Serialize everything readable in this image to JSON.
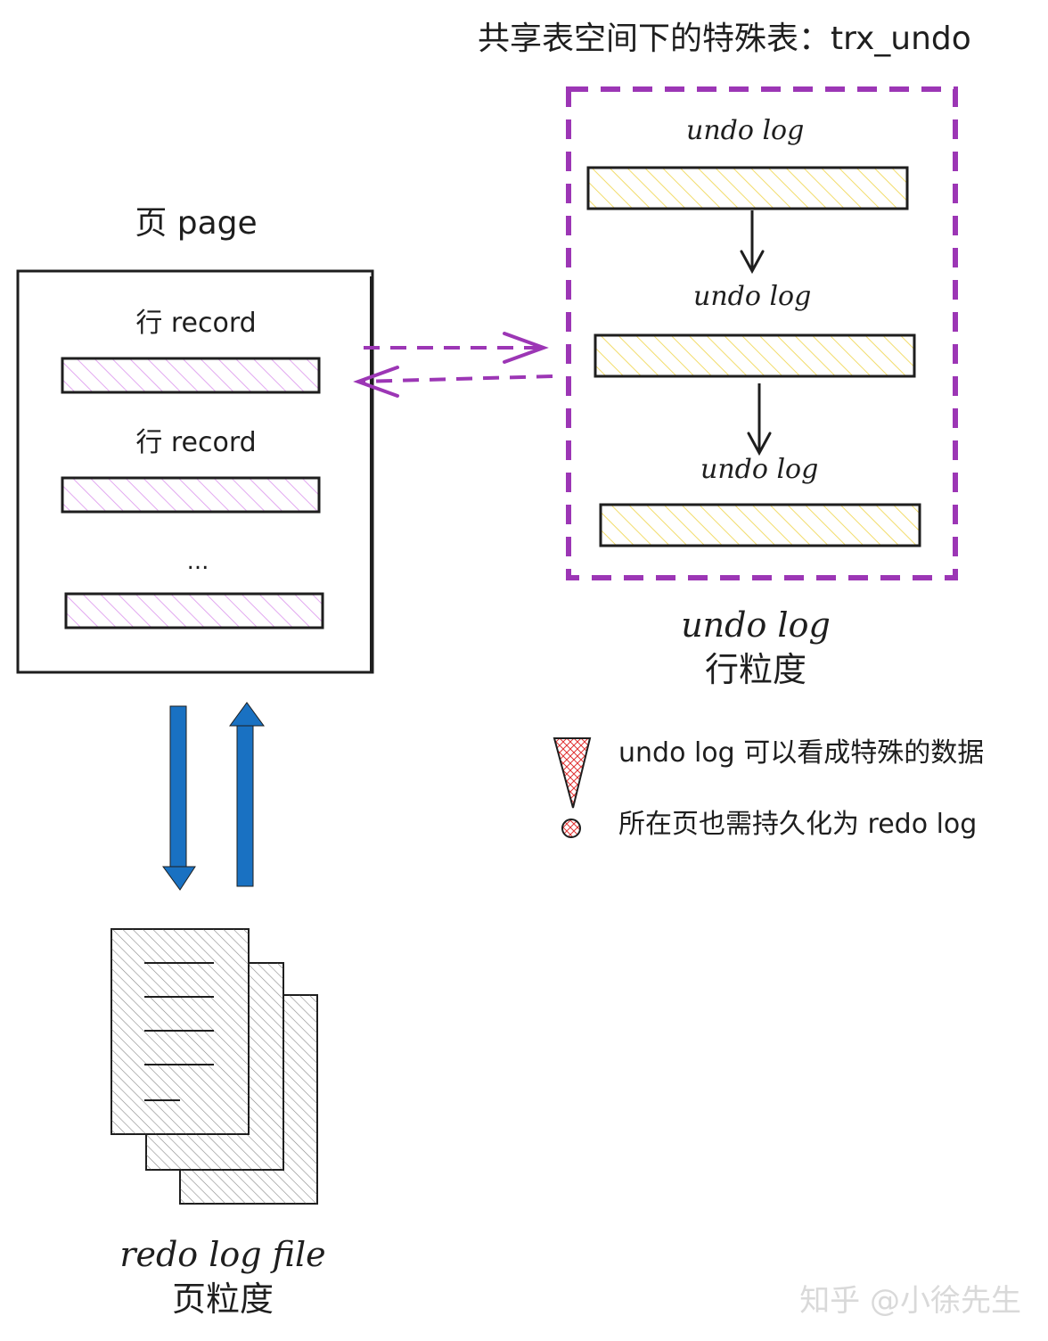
{
  "trx_undo_section": {
    "title": "共享表空间下的特殊表：trx_undo",
    "log_labels": [
      "undo log",
      "undo log",
      "undo log"
    ],
    "caption_line1": "undo log",
    "caption_line2": "行粒度"
  },
  "page_section": {
    "title": "页 page",
    "record_labels": [
      "行 record",
      "行 record"
    ],
    "ellipsis": "..."
  },
  "redo_section": {
    "caption_line1": "redo log file",
    "caption_line2": "页粒度"
  },
  "notes": {
    "line1": "undo log 可以看成特殊的数据",
    "line2": "所在页也需持久化为 redo log"
  },
  "watermark": "知乎 @小徐先生",
  "colors": {
    "purple": "#9c36b5",
    "blue": "#1971c2",
    "yellow_hatch": "#ffec99",
    "purple_hatch": "#eebefa",
    "red_hatch": "#e03131",
    "ink": "#1e1e1e"
  },
  "icons": [
    "warning-exclamation-icon",
    "document-stack-icon",
    "arrow-down-icon",
    "arrow-up-icon"
  ]
}
